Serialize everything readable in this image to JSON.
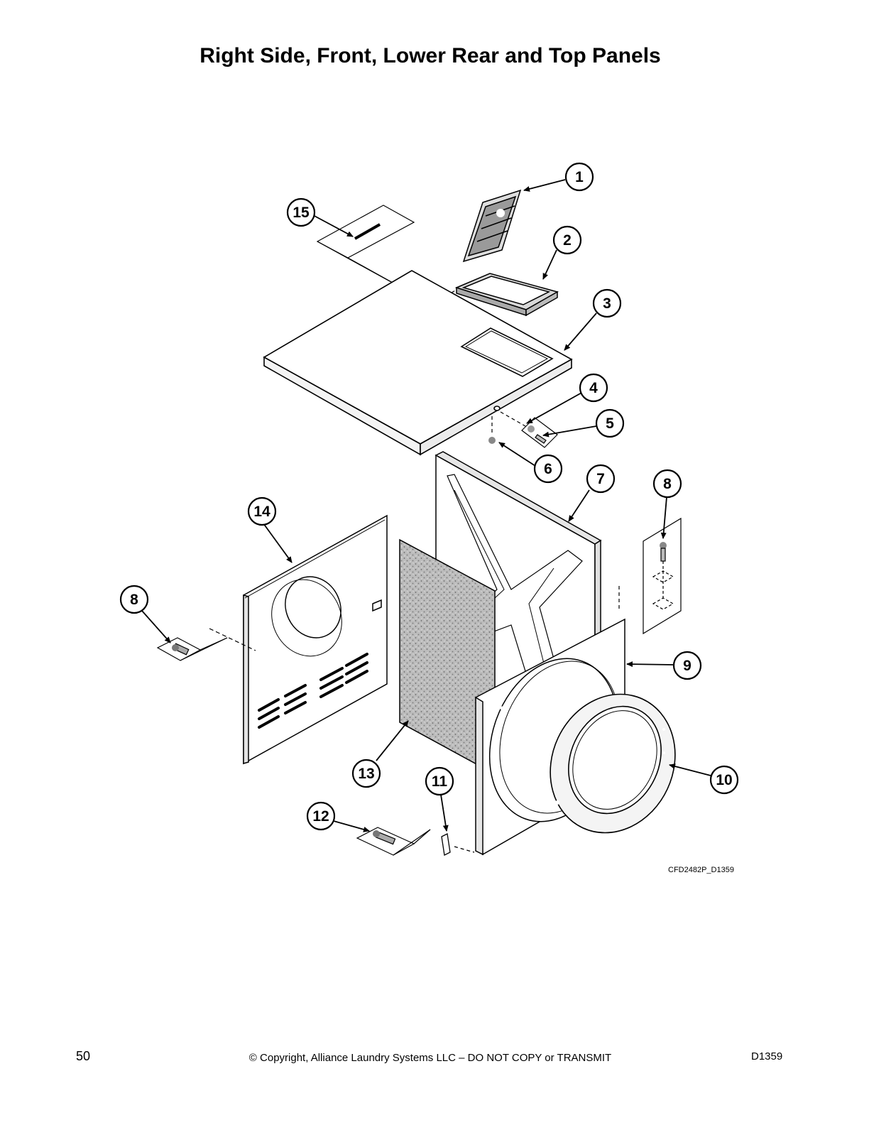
{
  "page_title": "Right Side, Front, Lower Rear and Top Panels",
  "drawing_code": "CFD2482P_D1359",
  "footer": {
    "page_number": "50",
    "copyright": "© Copyright, Alliance Laundry Systems LLC – DO NOT COPY or TRANSMIT",
    "doc_id": "D1359"
  },
  "callouts": [
    "1",
    "2",
    "3",
    "4",
    "5",
    "6",
    "7",
    "8",
    "8",
    "9",
    "10",
    "11",
    "12",
    "13",
    "14",
    "15"
  ]
}
